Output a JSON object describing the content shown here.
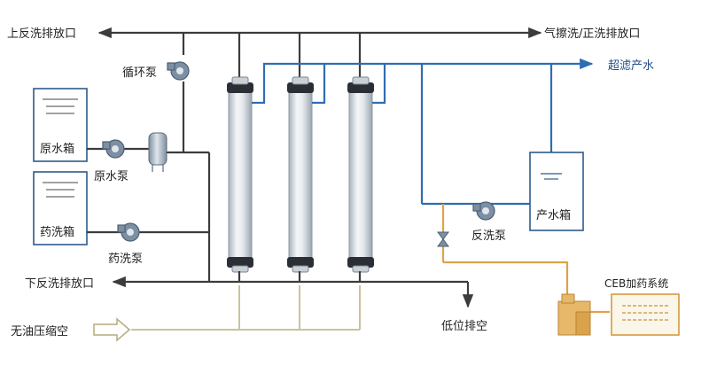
{
  "labels": {
    "top_left_outlet": "上反洗排放口",
    "top_right_outlet": "气擦洗/正洗排放口",
    "circ_pump": "循环泵",
    "uf_product": "超滤产水",
    "raw_tank": "原水箱",
    "raw_pump": "原水泵",
    "chem_tank": "药洗箱",
    "chem_pump": "药洗泵",
    "product_tank": "产水箱",
    "backwash_pump": "反洗泵",
    "bottom_outlet": "下反洗排放口",
    "ceb_system": "CEB加药系统",
    "oil_free_air": "无油压缩空",
    "low_drain": "低位排空"
  },
  "colors": {
    "gray_pipe": "#3c3c3c",
    "blue_pipe": "#2f6db3",
    "orange_pipe": "#e0a24a",
    "air_pipe": "#c9c39a",
    "tank_border": "#2f5a8c",
    "pump": "#7c8fa3"
  }
}
